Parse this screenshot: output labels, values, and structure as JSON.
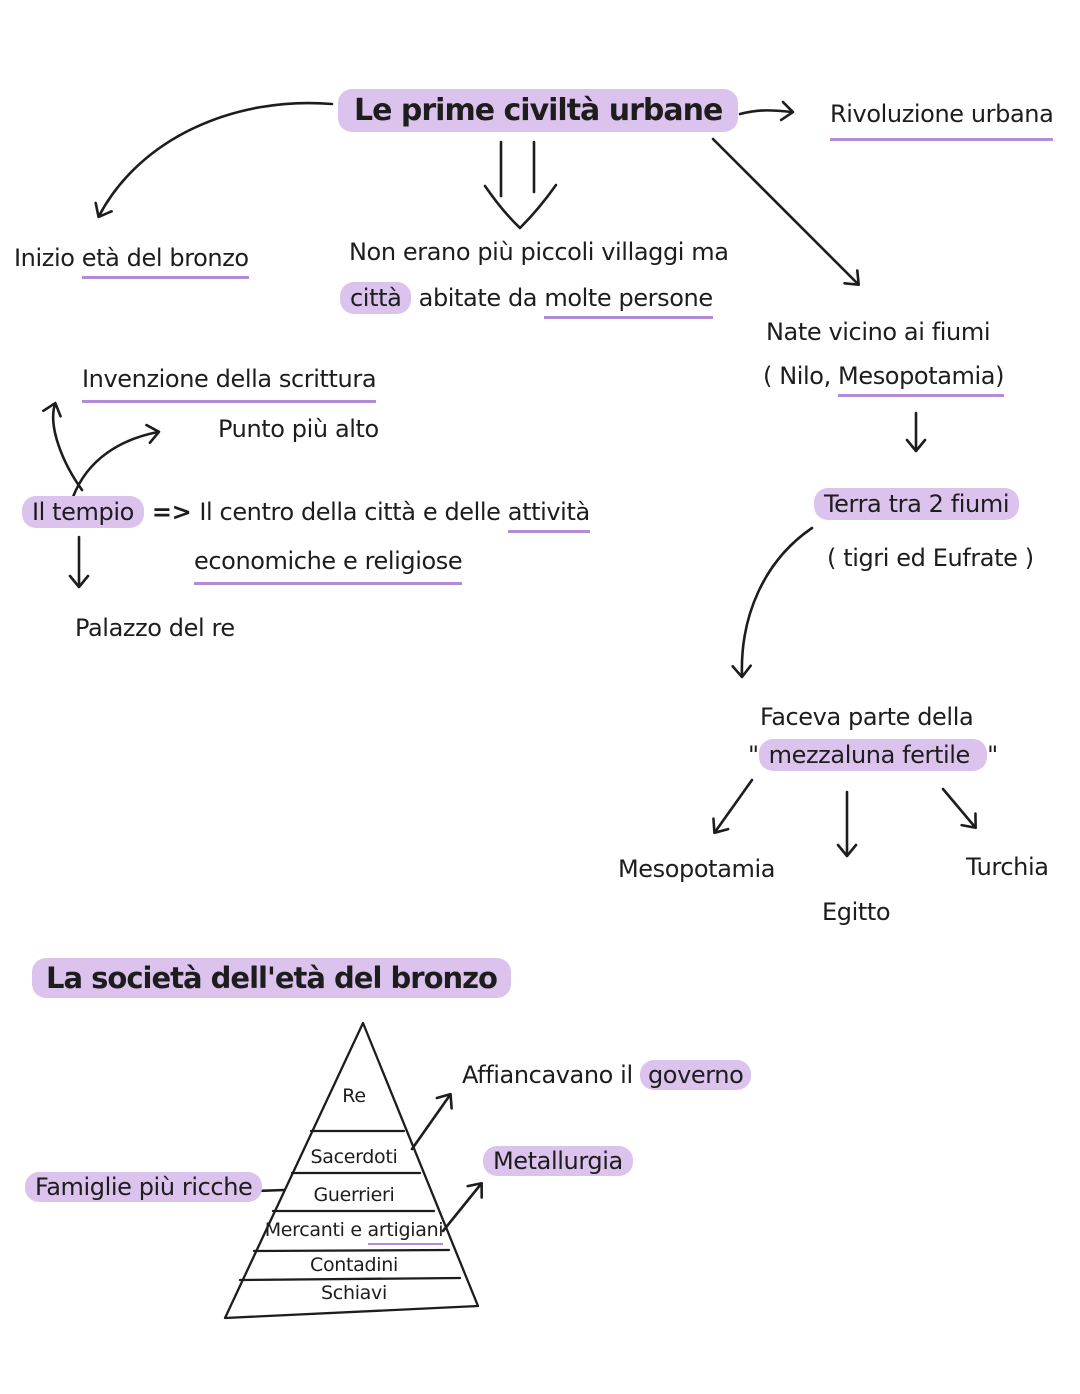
{
  "palette": {
    "background": "#ffffff",
    "ink": "#1d1d1d",
    "highlight": "#dcc3ee",
    "underline": "#b48bd7"
  },
  "map": {
    "title": "Le prime civiltà urbane",
    "rivoluzione": "Rivoluzione urbana",
    "inizio": {
      "t1": "Inizio ",
      "t2": "età del bronzo"
    },
    "villaggi": {
      "line1": "Non erano più piccoli villaggi ma",
      "t1": "città",
      "t2": " abitate da ",
      "t3": "molte persone"
    },
    "nate": {
      "line1": "Nate vicino ai fiumi",
      "t1": "( Nilo, ",
      "t2": "Mesopotamia)"
    },
    "invenzione": "Invenzione della scrittura",
    "punto": "Punto più alto",
    "tempio": {
      "label": "Il tempio",
      "arrow": "=>",
      "t1": "Il centro della città e delle ",
      "t2": "attività",
      "line2": "economiche e religiose"
    },
    "palazzo": "Palazzo del re",
    "terra": {
      "label": "Terra tra 2 fiumi",
      "sub": "( tigri ed Eufrate )"
    },
    "faceva": {
      "line1": "Faceva parte della",
      "q1": "\"",
      "t2": "mezzaluna fertile ",
      "q2": "\""
    },
    "regioni": {
      "mesopotamia": "Mesopotamia",
      "egitto": "Egitto",
      "turchia": "Turchia"
    }
  },
  "society": {
    "title": "La società dell'età del bronzo",
    "pyramid": {
      "levels": [
        "Re",
        "Sacerdoti",
        "Guerrieri",
        "Mercanti e artigiani",
        "Contadini",
        "Schiavi"
      ],
      "mercanti": {
        "t1": "Mercanti e ",
        "t2": "artigiani"
      }
    },
    "affianca": {
      "t1": "Affiancavano il ",
      "t2": "governo"
    },
    "metallurgia": "Metallurgia",
    "famiglie": "Famiglie più ricche"
  }
}
